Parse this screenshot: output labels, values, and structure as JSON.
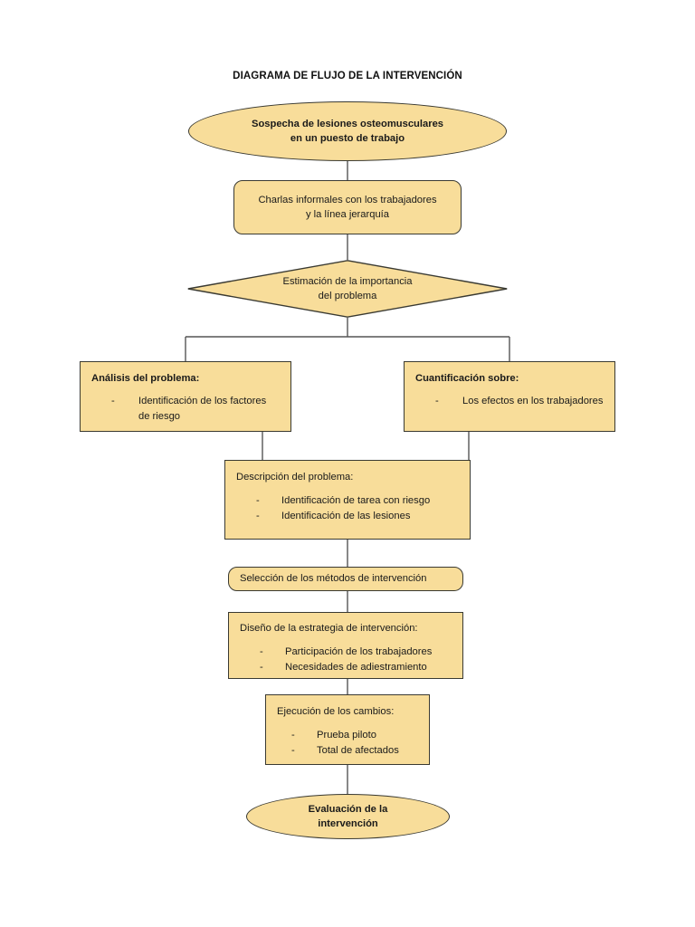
{
  "title": "DIAGRAMA DE FLUJO DE LA INTERVENCIÓN",
  "colors": {
    "node_fill": "#F8DD9A",
    "node_border": "#3a3a32",
    "connector": "#555555",
    "text": "#1a1a1a",
    "background": "#ffffff"
  },
  "bullet_marker": "-",
  "nodes": {
    "start": {
      "shape": "ellipse",
      "line1": "Sospecha de lesiones osteomusculares",
      "line2": "en un puesto de trabajo"
    },
    "charlas": {
      "shape": "rounded-rectangle",
      "line1": "Charlas informales con los trabajadores",
      "line2": "y la línea jerarquía"
    },
    "estimacion": {
      "shape": "diamond",
      "line1": "Estimación de la importancia",
      "line2": "del problema"
    },
    "analisis": {
      "shape": "rectangle",
      "header": "Análisis del problema:",
      "bullets": [
        "Identificación de los factores de riesgo"
      ]
    },
    "cuantificacion": {
      "shape": "rectangle",
      "header": "Cuantificación sobre:",
      "bullets": [
        "Los efectos en los trabajadores"
      ]
    },
    "descripcion": {
      "shape": "rectangle",
      "header": "Descripción del problema:",
      "bullets": [
        "Identificación de tarea con riesgo",
        "Identificación de las lesiones"
      ]
    },
    "seleccion": {
      "shape": "rounded-rectangle",
      "header": "Selección de los métodos de intervención"
    },
    "diseno": {
      "shape": "rectangle",
      "header": "Diseño de la estrategia de intervención:",
      "bullets": [
        "Participación de los trabajadores",
        "Necesidades de adiestramiento"
      ]
    },
    "ejecucion": {
      "shape": "rectangle",
      "header": "Ejecución de los cambios:",
      "bullets": [
        "Prueba piloto",
        "Total de afectados"
      ]
    },
    "evaluacion": {
      "shape": "ellipse",
      "line1": "Evaluación de la",
      "line2": "intervención"
    }
  }
}
